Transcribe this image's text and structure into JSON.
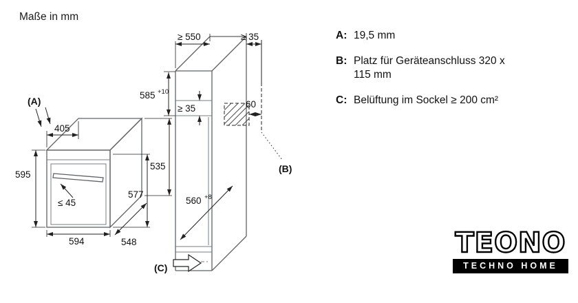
{
  "title": "Maße in mm",
  "legend": {
    "a_label": "A:",
    "a_text": "19,5 mm",
    "b_label": "B:",
    "b_line1": "Platz für Geräteanschluss 320 x",
    "b_line2": "115 mm",
    "c_label": "C:",
    "c_text": "Belüftung im Sockel ≥ 200 cm²"
  },
  "oven": {
    "label_a": "(A)",
    "width_top": "405",
    "height_left": "595",
    "height_right": "535",
    "height_inner": "577",
    "handle_clearance": "≤ 45",
    "width_bottom": "594",
    "depth": "548"
  },
  "cabinet": {
    "depth_top": "≥ 550",
    "gap_top": "≥ 35",
    "niche_height_main": "585",
    "niche_height_sup": "+10",
    "shelf_gap": "≥ 35",
    "rear_gap": "60",
    "label_b": "(B)",
    "depth_main": "560",
    "depth_sup": "+8",
    "label_c": "(C)"
  },
  "logo": {
    "name": "TEONO",
    "tagline": "TECHNO HOME"
  }
}
